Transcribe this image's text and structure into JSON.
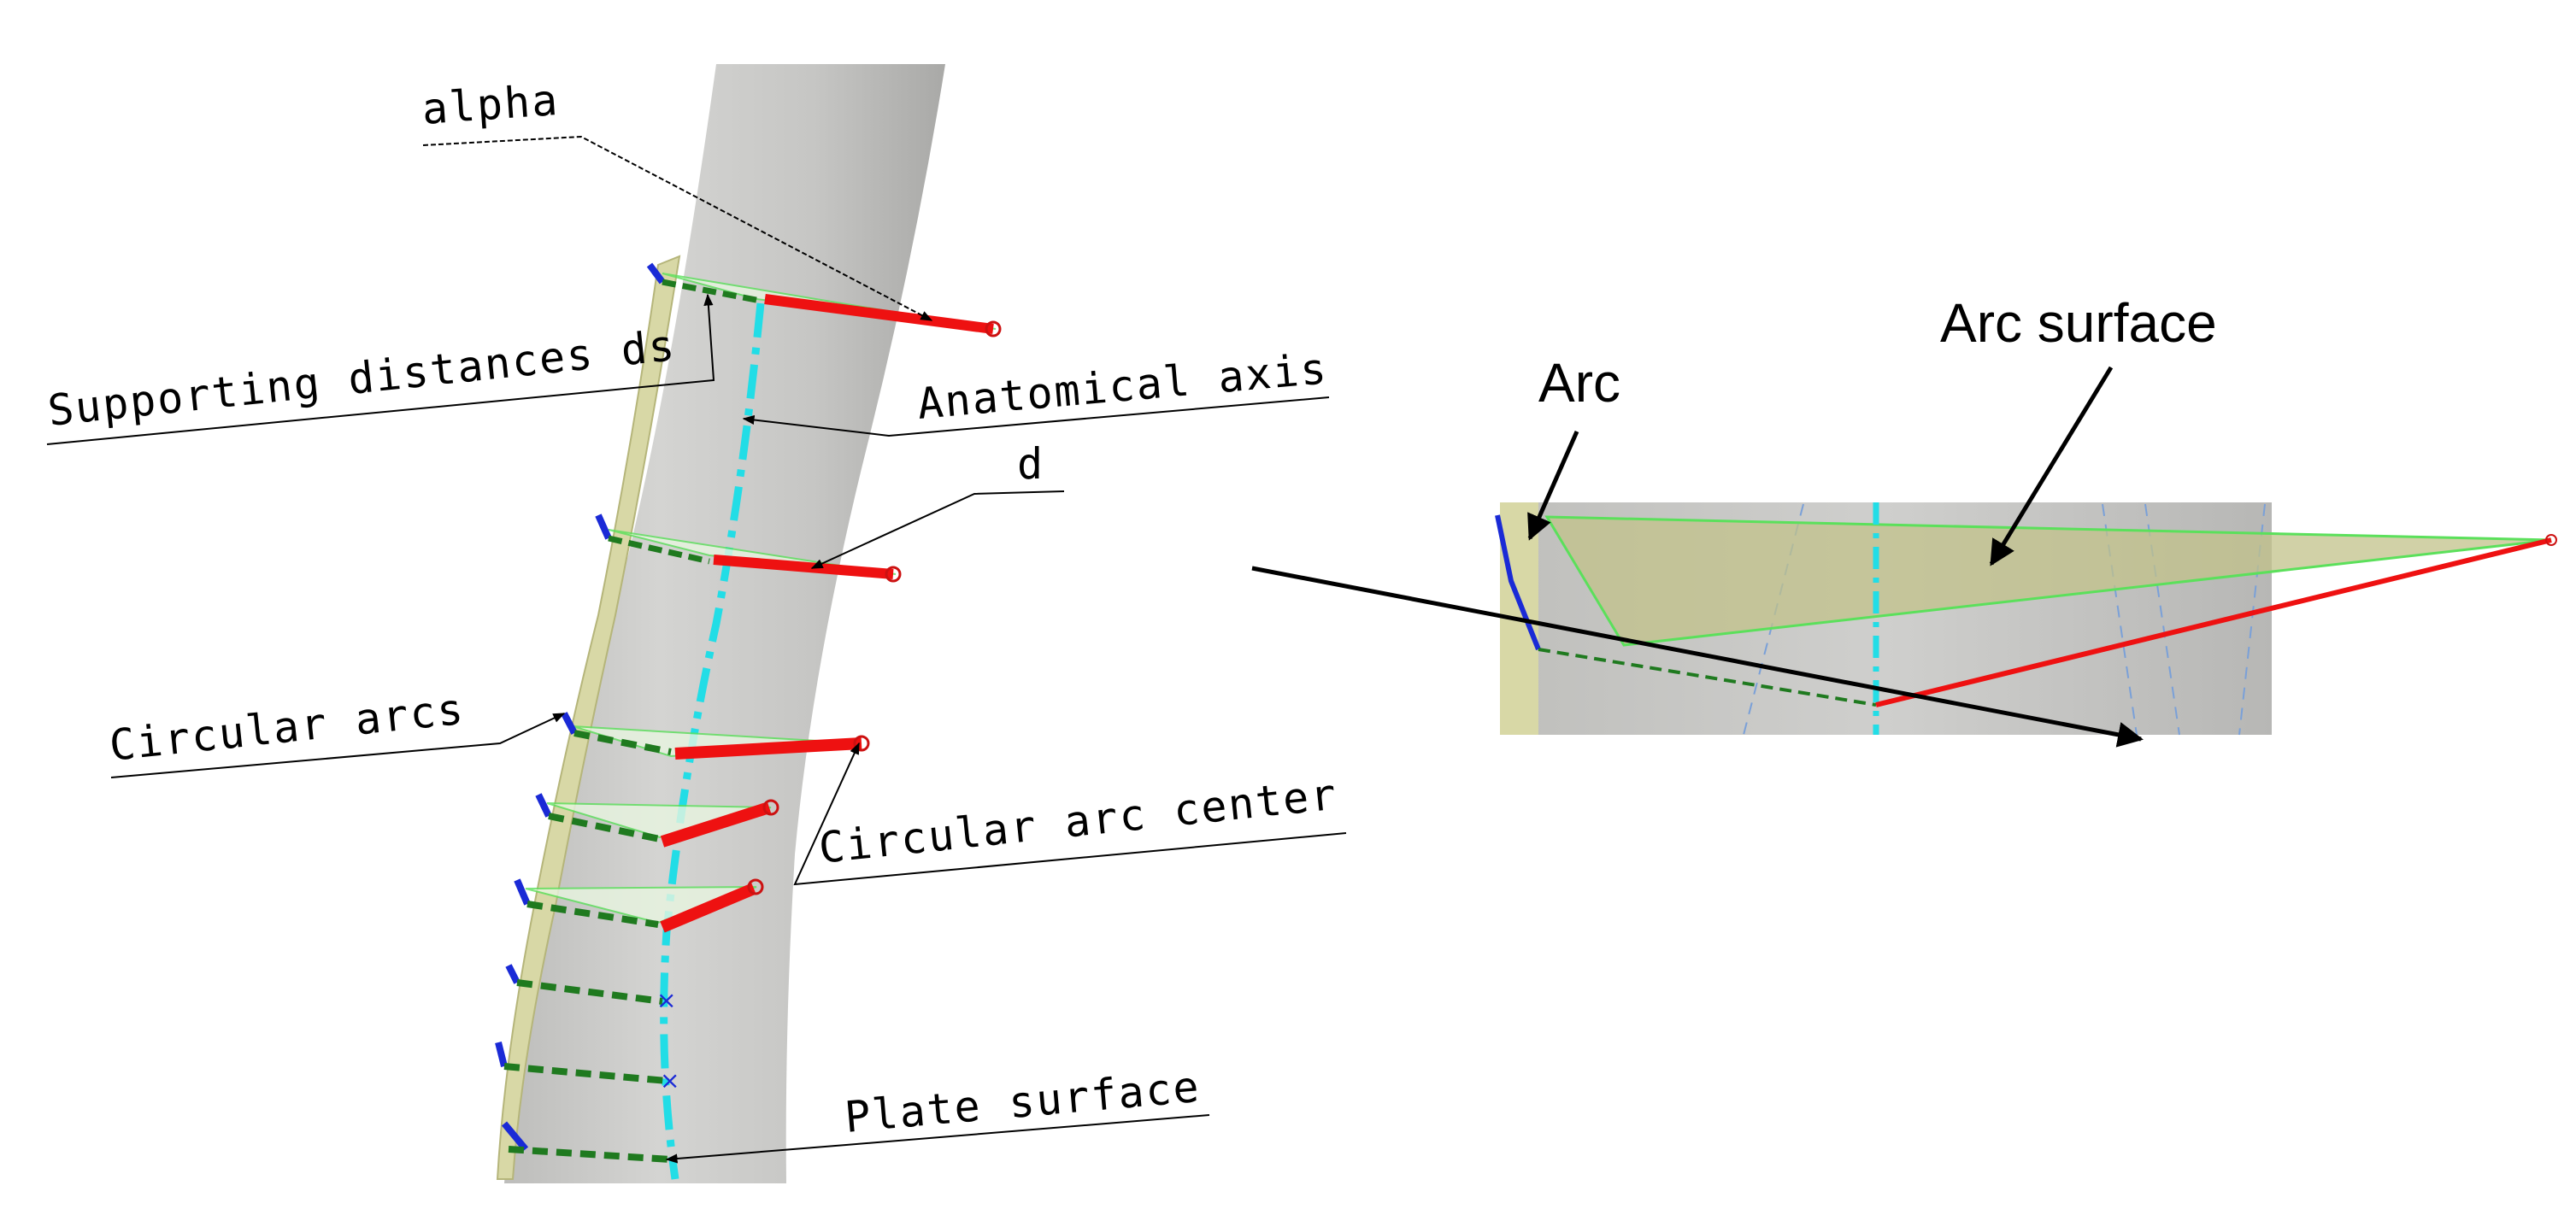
{
  "left_view": {
    "labels": {
      "alpha": "alpha",
      "supporting_distances": "Supporting distances ds",
      "anatomical_axis": "Anatomical axis",
      "d": "d",
      "circular_arcs": "Circular arcs",
      "circular_arc_center": "Circular arc center",
      "plate_surface": "Plate surface"
    }
  },
  "right_view": {
    "labels": {
      "arc": "Arc",
      "arc_surface": "Arc surface"
    }
  },
  "colors": {
    "bone": "#c9c9c7",
    "plate": "#dcdca8",
    "axis": "#22dde6",
    "radius": "#ee1111",
    "arc": "#1a2ad6",
    "distance": "#1f7a1f",
    "surface_edge": "#5be05b",
    "leader": "#000000"
  }
}
